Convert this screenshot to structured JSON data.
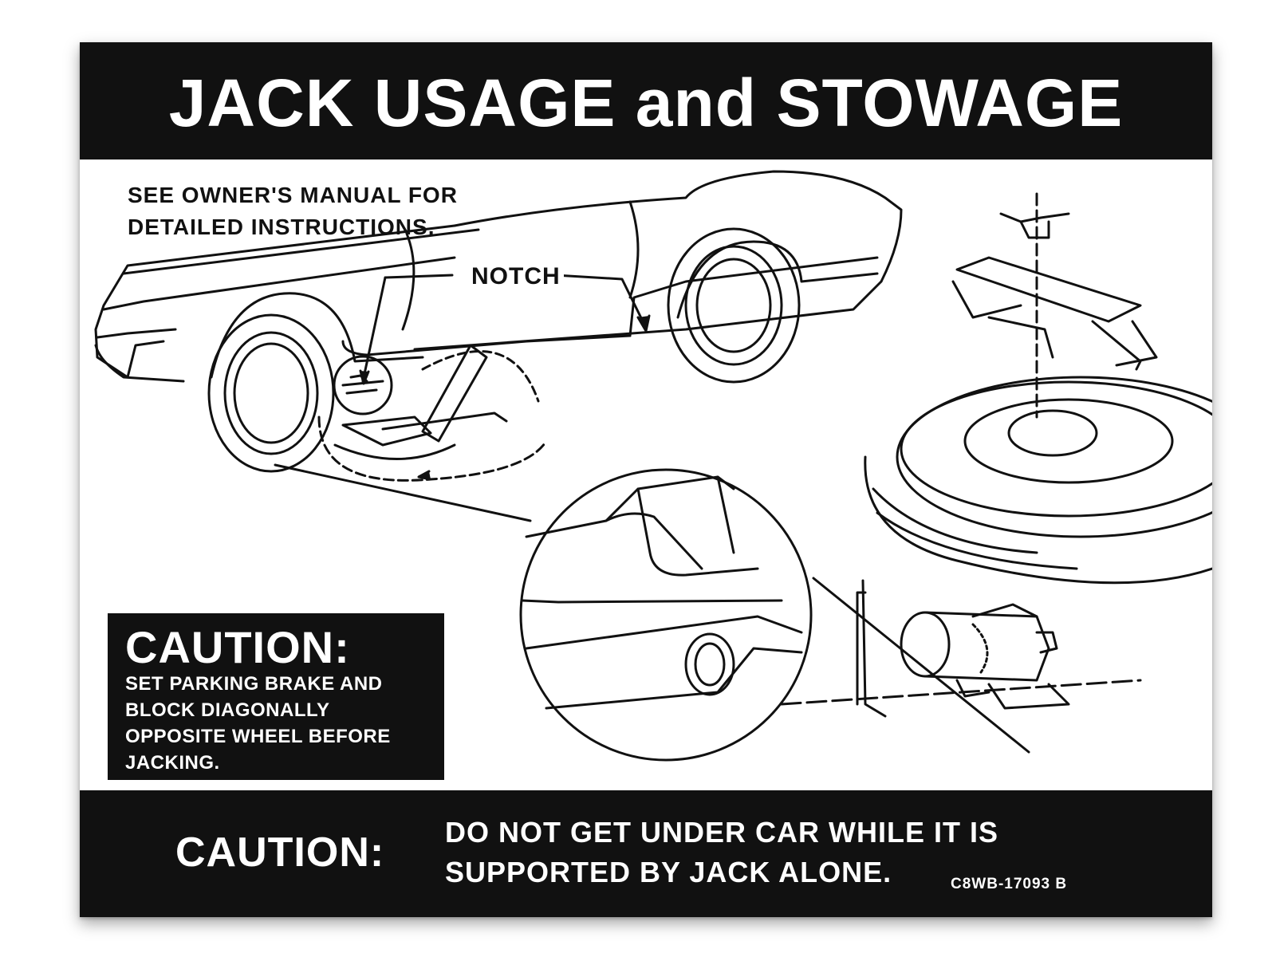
{
  "title": "JACK USAGE and STOWAGE",
  "instructions": [
    "SEE OWNER'S MANUAL FOR",
    "DETAILED INSTRUCTIONS."
  ],
  "callout": "NOTCH",
  "caution_box": {
    "heading": "CAUTION:",
    "lines": [
      "SET PARKING BRAKE AND",
      "BLOCK DIAGONALLY",
      "OPPOSITE WHEEL BEFORE",
      "JACKING."
    ]
  },
  "footer": {
    "heading": "CAUTION:",
    "lines": [
      "DO NOT GET UNDER CAR WHILE IT IS",
      "SUPPORTED BY JACK ALONE."
    ],
    "part_number": "C8WB-17093 B"
  },
  "colors": {
    "ink": "#111111",
    "paper": "#ffffff"
  }
}
